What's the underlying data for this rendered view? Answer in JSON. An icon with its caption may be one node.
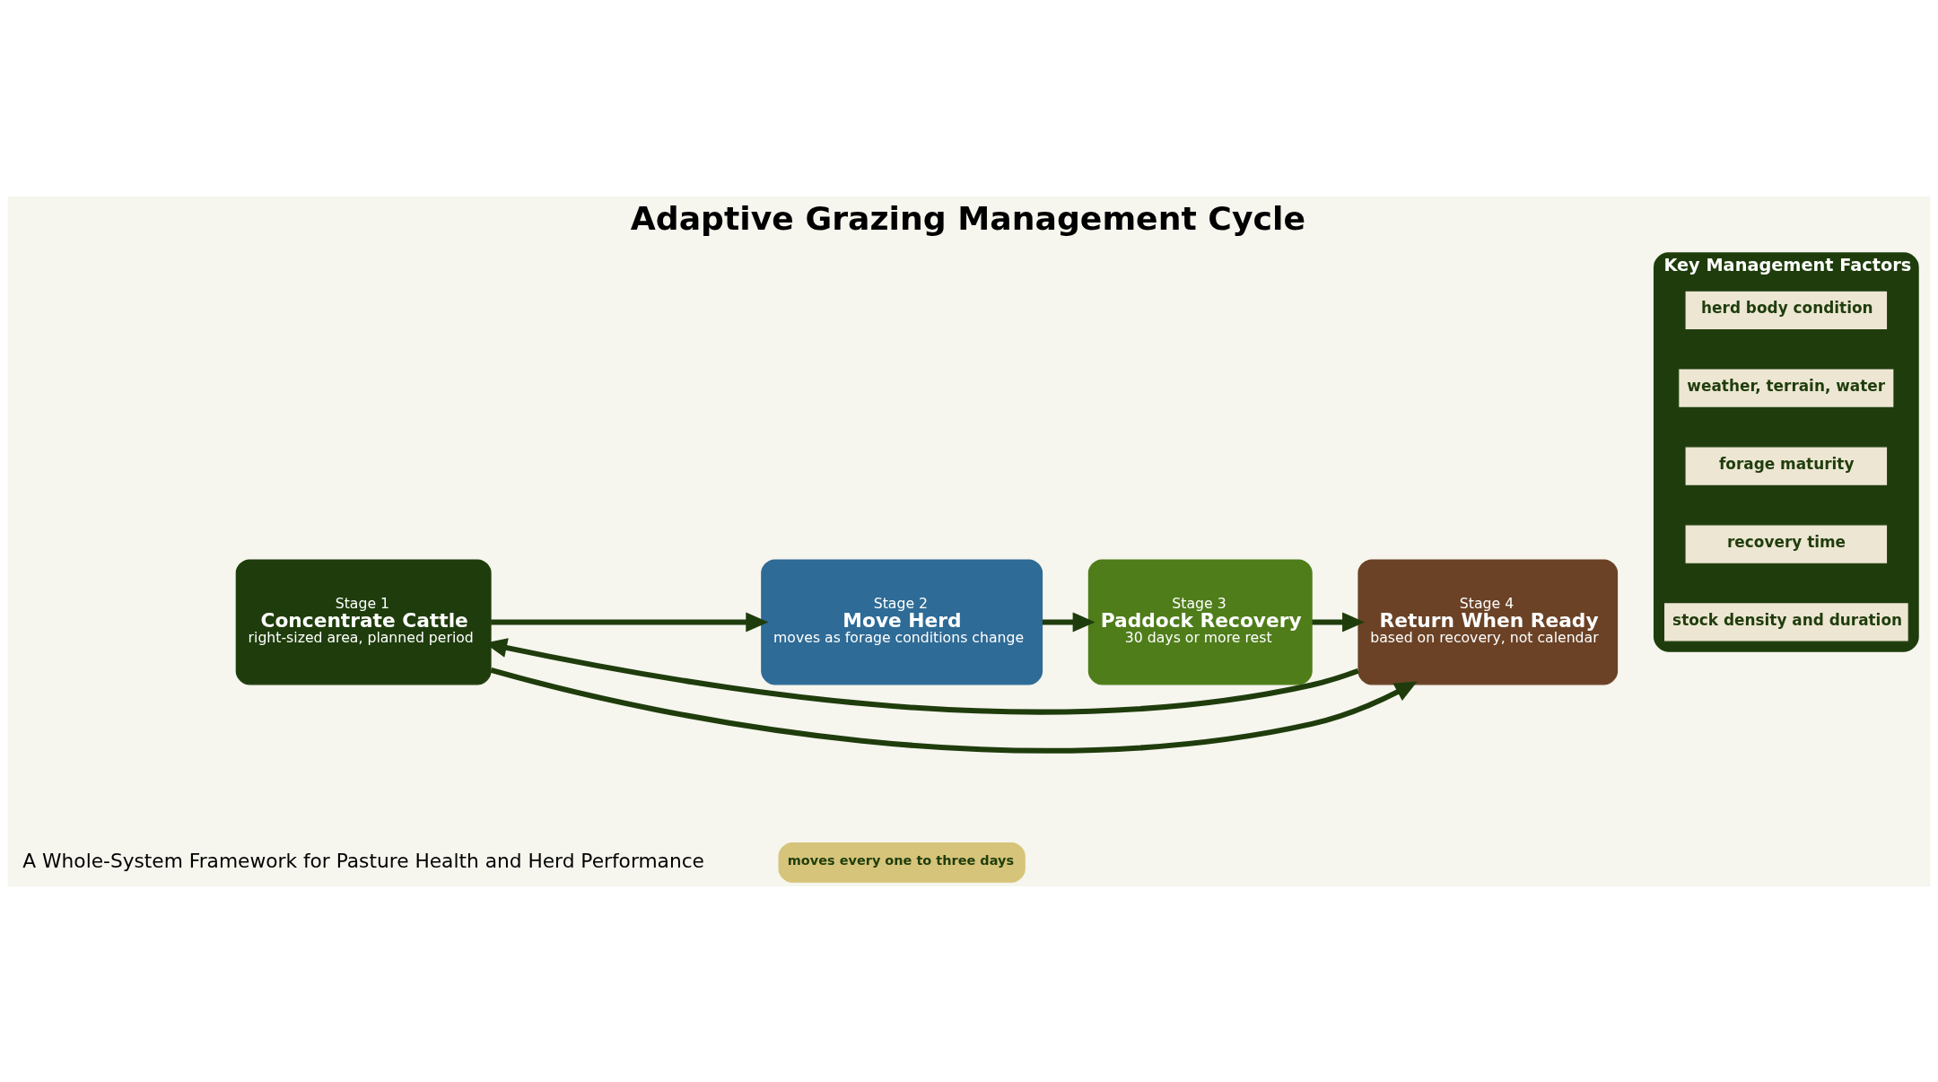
{
  "diagram": {
    "title": "Adaptive Grazing Management Cycle",
    "nodes": [
      {
        "text": [
          "Stage 1",
          "Concentrate Cattle",
          "right-sized area, planned period"
        ]
      },
      {
        "text": [
          "Stage 2",
          "Move Herd",
          "moves as forage conditions change"
        ]
      },
      {
        "text": [
          "Stage 3",
          "Paddock Recovery",
          "30 days or more rest"
        ]
      },
      {
        "text": [
          "Stage 4",
          "Return When Ready",
          "based on recovery, not calendar"
        ]
      },
      {
        "text": [
          "Key Management Factors"
        ]
      },
      {
        "text": [
          "stock density and duration"
        ],
        "in": 4
      },
      {
        "text": [
          "recovery time"
        ],
        "in": 4
      },
      {
        "text": [
          "forage maturity"
        ],
        "in": 4
      },
      {
        "text": [
          "weather, terrain, water"
        ],
        "in": 4
      },
      {
        "text": [
          "herd body condition"
        ],
        "in": 4
      }
    ],
    "edges": [
      {
        "from": 0,
        "to": 1,
        "arrow": "to"
      },
      {
        "from": 1,
        "to": 2,
        "arrow": "to"
      },
      {
        "from": 2,
        "to": 3,
        "arrow": "to"
      },
      {
        "from": 0,
        "to": 3,
        "arrow": "to"
      },
      {
        "from": 3,
        "to": 0,
        "arrow": "to"
      }
    ],
    "labels": [
      "A Whole-System Framework for Pasture Health and Herd Performance",
      "moves every one to three days"
    ]
  }
}
